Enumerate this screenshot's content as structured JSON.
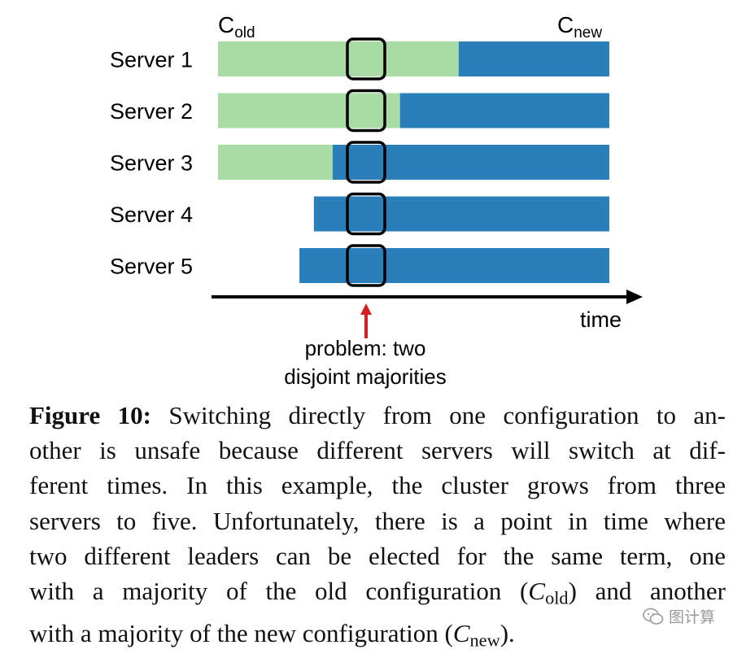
{
  "figure": {
    "servers": [
      {
        "label": "Server 1",
        "old_until": 0.615
      },
      {
        "label": "Server 2",
        "old_until": 0.465
      },
      {
        "label": "Server 3",
        "old_until": 0.293
      },
      {
        "label": "Server 4",
        "old_until": null,
        "start": 0.245
      },
      {
        "label": "Server 5",
        "old_until": null,
        "start": 0.208
      }
    ],
    "c_old_main": "C",
    "c_old_sub": "old",
    "c_new_main": "C",
    "c_new_sub": "new",
    "time_label": "time",
    "problem_line1": "problem: two",
    "problem_line2": "disjoint majorities",
    "colors": {
      "old": "#a8dca4",
      "new": "#2a7fbb",
      "arrow": "#d42020",
      "axis": "#000000"
    }
  },
  "caption": {
    "label": "Figure 10:",
    "l1": "Switching directly from one configuration to an-",
    "l2": "other is unsafe because different servers will switch at dif-",
    "l3": "ferent times. In this example, the cluster grows from three",
    "l4": "servers to five. Unfortunately, there is a point in time where",
    "l5": "two different leaders can be elected for the same term, one",
    "l6a": "with a majority of the old configuration (",
    "l6_c": "C",
    "l6_sub": "old",
    "l6b": ") and another",
    "l7a": "with a majority of the new configuration (",
    "l7_c": "C",
    "l7_sub": "new",
    "l7b": ")."
  },
  "watermark": {
    "text": "图计算",
    "icon": "wechat-icon"
  }
}
